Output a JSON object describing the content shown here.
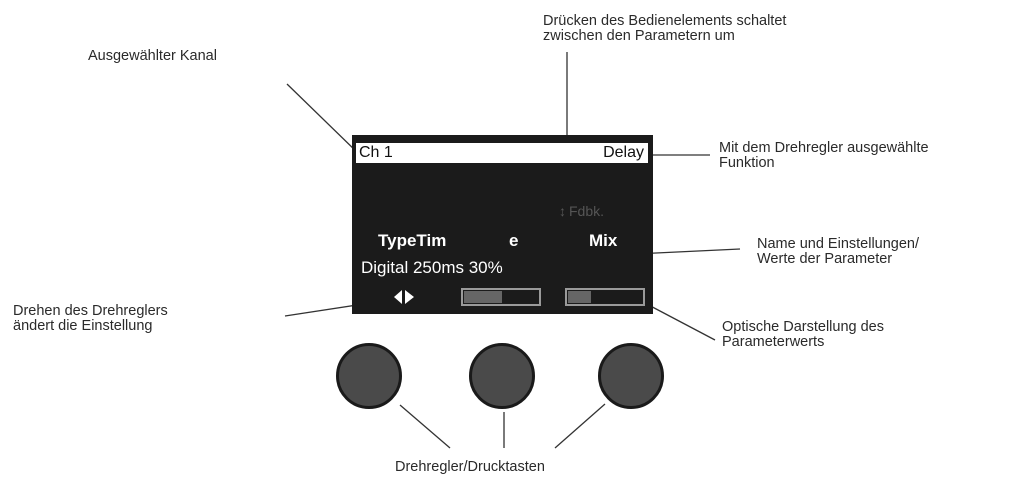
{
  "callouts": {
    "selected_channel": "Ausgewählter Kanal",
    "press_control_line1": "Drücken des Bedienelements schaltet",
    "press_control_line2": "zwischen den Parametern um",
    "function_line1": "Mit dem Drehregler ausgewählte",
    "function_line2": "Funktion",
    "param_names_line1": "Name und Einstellungen/",
    "param_names_line2": "Werte der Parameter",
    "rotate_line1": "Drehen des Drehreglers",
    "rotate_line2": "ändert die Einstellung",
    "visual_line1": "Optische Darstellung des",
    "visual_line2": "Parameterwerts",
    "knobs": "Drehregler/Drucktasten"
  },
  "screen": {
    "channel": "Ch 1",
    "function": "Delay",
    "hidden_param": "Fdbk.",
    "param_1": "TypeTim",
    "param_2": "e",
    "param_3": "Mix",
    "values": "Digital 250ms 30%"
  },
  "bars": [
    {
      "level": 0.5
    },
    {
      "level": 0.3
    }
  ],
  "colors": {
    "screen_bg": "#1b1b1b",
    "knob": "#4a4a4a"
  }
}
